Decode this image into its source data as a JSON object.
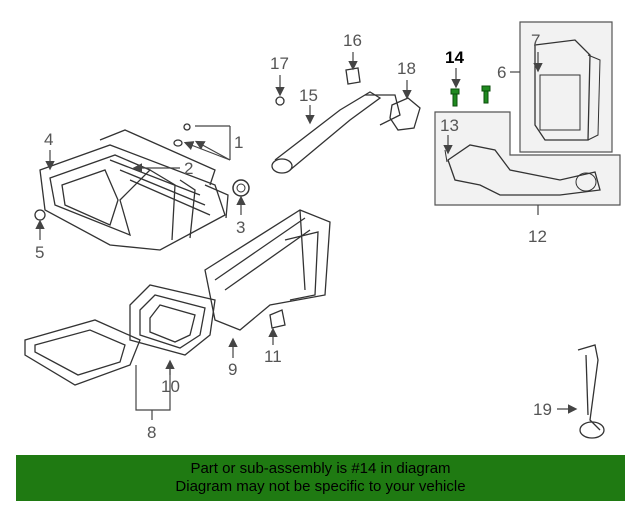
{
  "callouts": [
    "1",
    "2",
    "3",
    "4",
    "5",
    "6",
    "7",
    "8",
    "9",
    "10",
    "11",
    "12",
    "13",
    "14",
    "15",
    "16",
    "17",
    "18",
    "19"
  ],
  "highlighted_callout": "14",
  "banner": {
    "line1": "Part or sub-assembly is #14 in diagram",
    "line2": "Diagram may not be specific to your vehicle"
  },
  "colors": {
    "banner_bg": "#1f7a12",
    "highlight_part": "#1f8a1f",
    "line": "#444444",
    "label": "#555555"
  }
}
